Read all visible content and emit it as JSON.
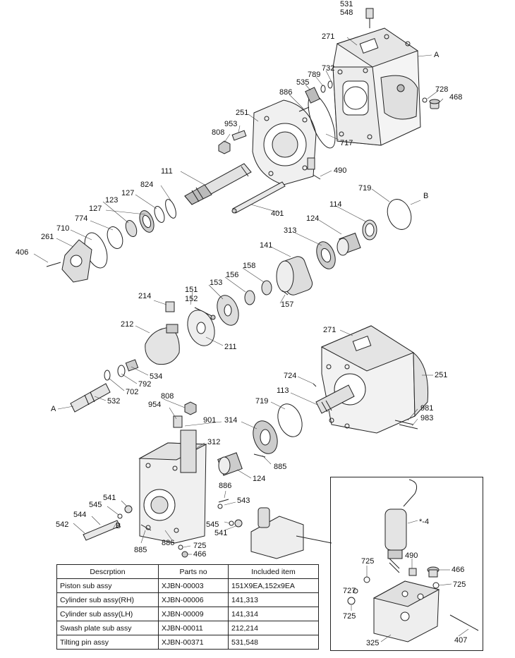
{
  "labels": {
    "p531": "531",
    "p548": "548",
    "p271a": "271",
    "pA1": "A",
    "p732": "732",
    "p789": "789",
    "p535": "535",
    "p728": "728",
    "p468": "468",
    "p886a": "886",
    "p251a": "251",
    "p953": "953",
    "p808a": "808",
    "p717": "717",
    "p111": "111",
    "p490a": "490",
    "p824": "824",
    "p719a": "719",
    "pB1": "B",
    "p127a": "127",
    "p123": "123",
    "p114": "114",
    "p127b": "127",
    "p401": "401",
    "p774": "774",
    "p124a": "124",
    "p710": "710",
    "p261": "261",
    "p313": "313",
    "p406": "406",
    "p141": "141",
    "p158": "158",
    "p156": "156",
    "p151": "151",
    "p153": "153",
    "p214": "214",
    "p152": "152",
    "p157": "157",
    "p212": "212",
    "p211": "211",
    "p271b": "271",
    "p534": "534",
    "p792": "792",
    "p702": "702",
    "p724": "724",
    "p251b": "251",
    "p532": "532",
    "pA2": "A",
    "p113": "113",
    "p808b": "808",
    "p954": "954",
    "p719b": "719",
    "p981": "981",
    "p983": "983",
    "p901": "901",
    "p314": "314",
    "p312": "312",
    "p885a": "885",
    "p124b": "124",
    "p886b": "886",
    "p541a": "541",
    "p545a": "545",
    "p543": "543",
    "p544": "544",
    "pB2": "B",
    "p542": "542",
    "p545b": "545",
    "p541b": "541",
    "p886c": "886",
    "p725a": "725",
    "p885b": "885",
    "p466a": "466",
    "p4": "*-4",
    "p725b": "725",
    "p490b": "490",
    "p466b": "466",
    "p725c": "725",
    "p727": "727",
    "p725d": "725",
    "p325": "325",
    "p407": "407"
  },
  "table": {
    "headers": [
      "Descrption",
      "Parts no",
      "Included item"
    ],
    "rows": [
      [
        "Piston sub assy",
        "XJBN-00003",
        "151X9EA,152x9EA"
      ],
      [
        "Cylinder sub assy(RH)",
        "XJBN-00006",
        "141,313"
      ],
      [
        "Cylinder sub assy(LH)",
        "XJBN-00009",
        "141,314"
      ],
      [
        "Swash plate sub assy",
        "XJBN-00011",
        "212,214"
      ],
      [
        "Tilting pin assy",
        "XJBN-00371",
        "531,548"
      ]
    ]
  }
}
